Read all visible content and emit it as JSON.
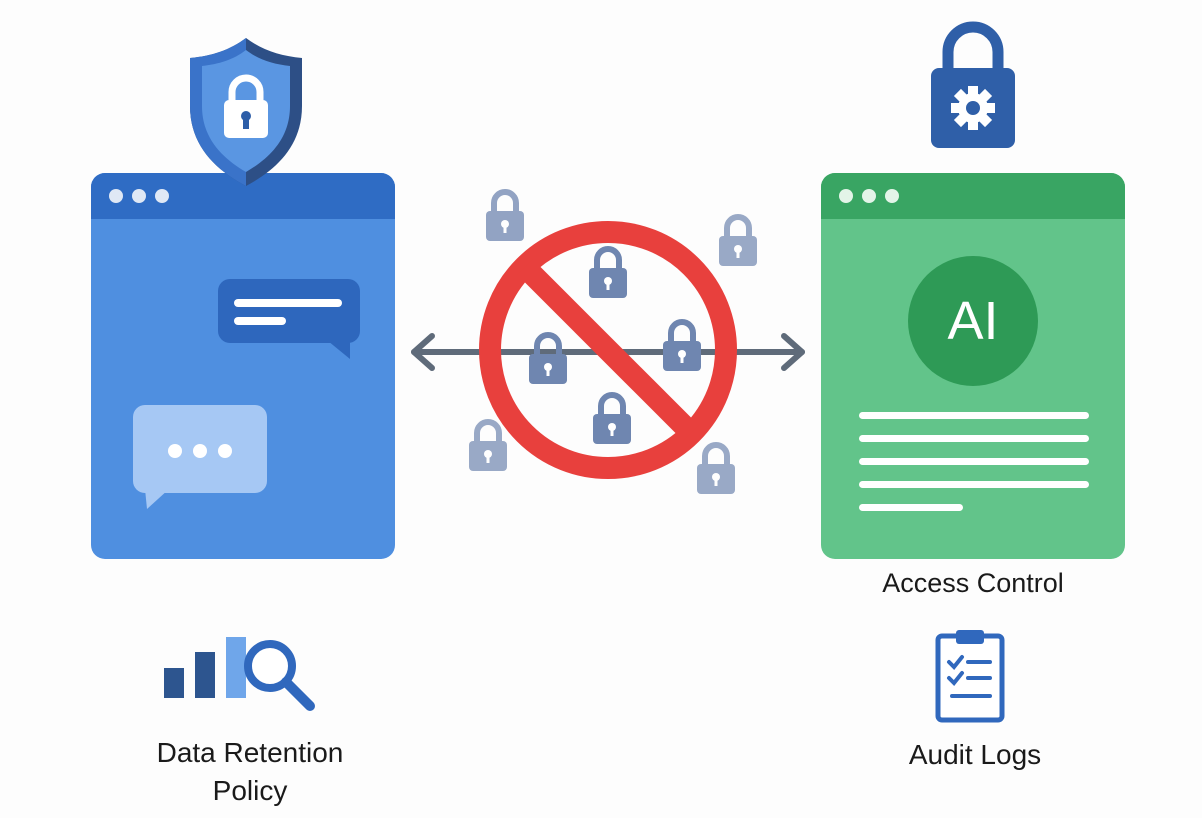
{
  "left_window": {
    "title": "Chat application"
  },
  "right_window": {
    "badge": "AI"
  },
  "labels": {
    "access_control": "Access Control",
    "data_retention_line1": "Data Retention",
    "data_retention_line2": "Policy",
    "audit_logs": "Audit Logs"
  },
  "icons": {
    "shield": "shield-lock-icon",
    "gear_lock": "lock-gear-icon",
    "prohibited": "prohibited-icon",
    "arrow": "double-arrow-icon",
    "analytics": "bar-chart-search-icon",
    "clipboard": "clipboard-checklist-icon"
  },
  "colors": {
    "blue": "#4a88dc",
    "blue_dark": "#2f6bbf",
    "green": "#5dbf84",
    "green_dark": "#36a460",
    "red": "#e8403d",
    "lock_grey": "#6f86b0"
  },
  "scattered_lock_count": 8
}
